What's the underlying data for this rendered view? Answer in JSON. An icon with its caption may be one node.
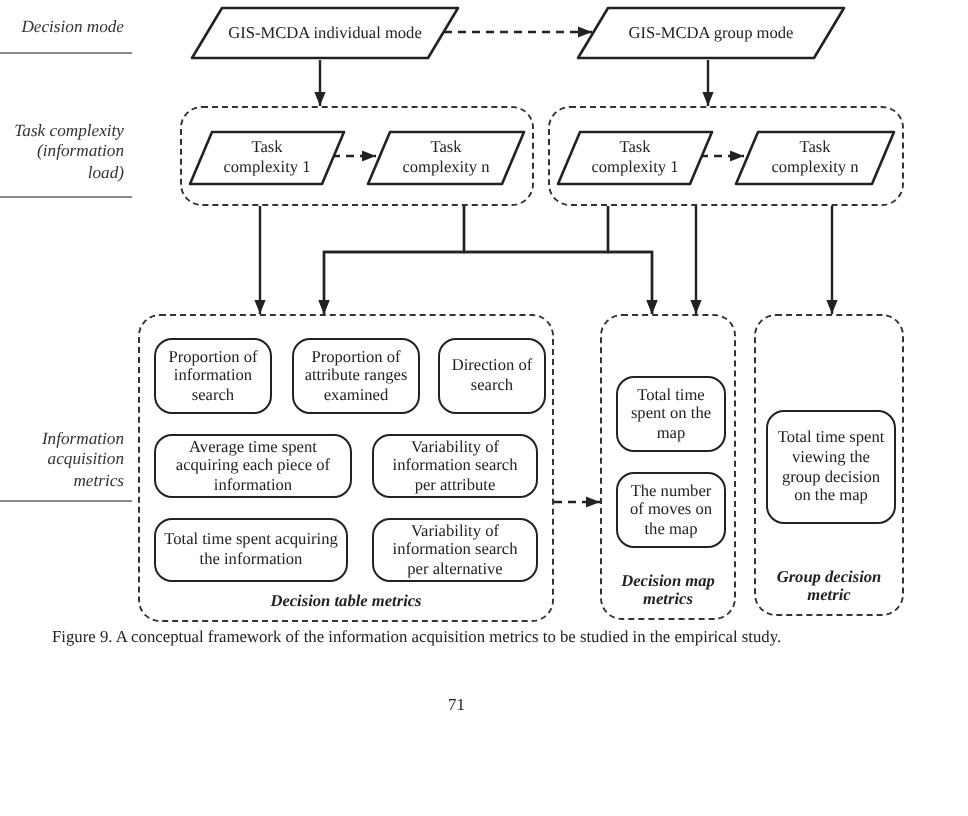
{
  "diagram": {
    "caption": "Figure 9. A conceptual framework of the information acquisition metrics to be studied in the empirical study.",
    "nodes": [
      {
        "text": [
          "GIS-MCDA individual mode"
        ]
      },
      {
        "text": [
          "GIS-MCDA group mode"
        ]
      },
      {
        "text": [],
        "shape": "box"
      },
      {
        "text": [
          "Task complexity 1"
        ],
        "in": 2
      },
      {
        "text": [
          "Task complexity n"
        ],
        "in": 2
      },
      {
        "text": [],
        "shape": "box"
      },
      {
        "text": [
          "Task complexity 1"
        ],
        "in": 5
      },
      {
        "text": [
          "Task complexity n"
        ],
        "in": 5
      },
      {
        "text": [
          "Decision table metrics"
        ]
      },
      {
        "text": [
          "Proportion of information search"
        ],
        "in": 8
      },
      {
        "text": [
          "Proportion of attribute ranges examined"
        ],
        "in": 8
      },
      {
        "text": [
          "Direction of search"
        ],
        "in": 8
      },
      {
        "text": [
          "Average time spent acquiring each piece of information"
        ],
        "in": 8
      },
      {
        "text": [
          "Variability of information search per attribute"
        ],
        "in": 8
      },
      {
        "text": [
          "Total time spent acquiring the information"
        ],
        "in": 8
      },
      {
        "text": [
          "Variability of information search per alternative"
        ],
        "in": 8
      },
      {
        "text": [
          "Decision map metrics"
        ]
      },
      {
        "text": [
          "Total time spent on the map"
        ],
        "in": 16
      },
      {
        "text": [
          "The number of moves on the map"
        ],
        "in": 16
      },
      {
        "text": [
          "Group decision metric"
        ]
      },
      {
        "text": [
          "Total time spent viewing the group decision on the map"
        ],
        "in": 19
      }
    ],
    "edges": [
      {
        "from": 0,
        "to": 1,
        "arrow": "to",
        "style": "dashed"
      },
      {
        "from": 0,
        "to": 2,
        "arrow": "to"
      },
      {
        "from": 1,
        "to": 5,
        "arrow": "to"
      },
      {
        "from": 3,
        "to": 4,
        "arrow": "to",
        "style": "dashed"
      },
      {
        "from": 6,
        "to": 7,
        "arrow": "to",
        "style": "dashed"
      },
      {
        "from": 2,
        "to": 8,
        "arrow": "to"
      },
      {
        "from": 2,
        "to": 8,
        "arrow": "to"
      },
      {
        "from": 2,
        "to": 16,
        "arrow": "to"
      },
      {
        "from": 5,
        "to": 8,
        "arrow": "to"
      },
      {
        "from": 5,
        "to": 16,
        "arrow": "to"
      },
      {
        "from": 5,
        "to": 16,
        "arrow": "to"
      },
      {
        "from": 5,
        "to": 19,
        "arrow": "to"
      },
      {
        "from": 8,
        "to": 16,
        "arrow": "to",
        "style": "dashed"
      }
    ],
    "labels": [
      "Decision mode",
      "Task complexity (information load)",
      "Information acquisition metrics",
      "71"
    ]
  }
}
